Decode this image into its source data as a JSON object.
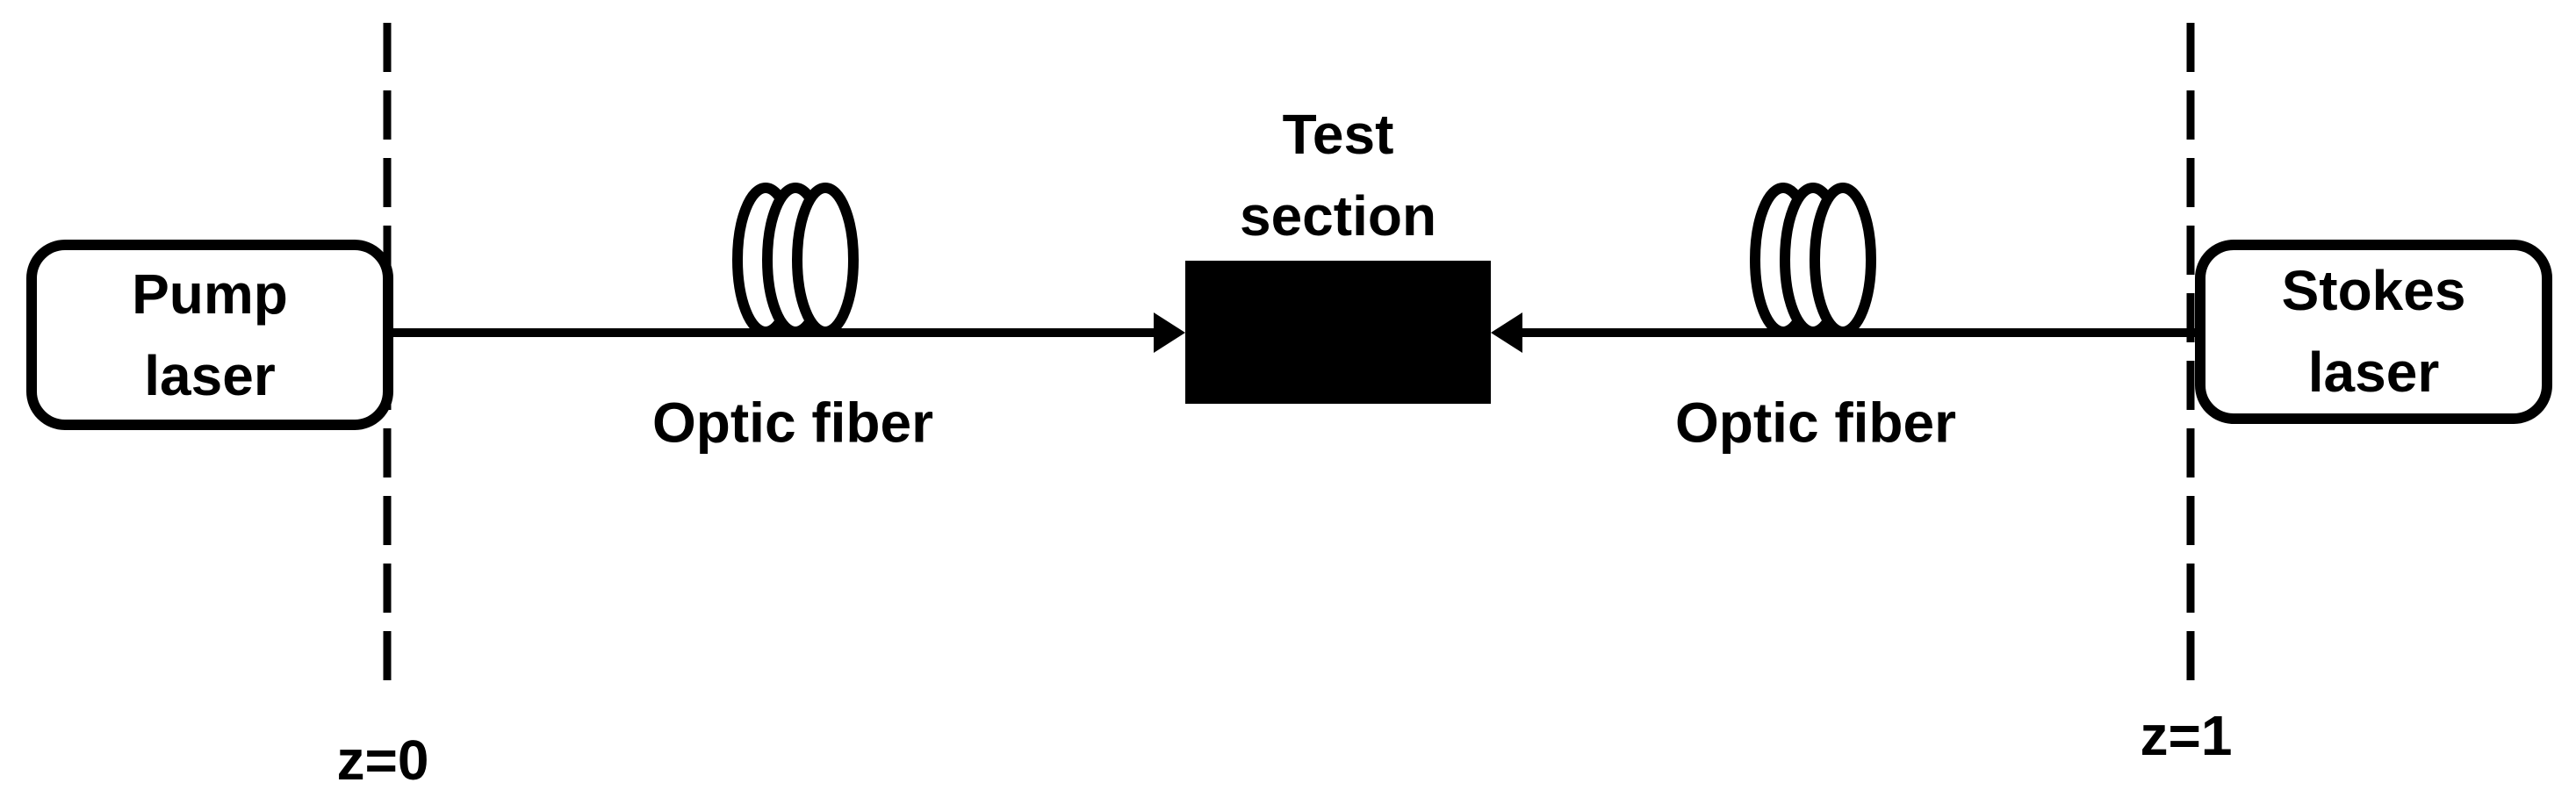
{
  "diagram": {
    "description": "Pump laser and Stokes laser coupled through optic fibers into a test section",
    "colors": {
      "ink": "#000000",
      "background": "#ffffff"
    },
    "pump_laser": {
      "label": "Pump\nlaser"
    },
    "stokes_laser": {
      "label": "Stokes\nlaser"
    },
    "test_section": {
      "label": "Test\nsection"
    },
    "optic_fiber_left": {
      "label": "Optic fiber"
    },
    "optic_fiber_right": {
      "label": "Optic fiber"
    },
    "boundary_left": {
      "label": "z=0"
    },
    "boundary_right": {
      "label": "z=1"
    }
  }
}
